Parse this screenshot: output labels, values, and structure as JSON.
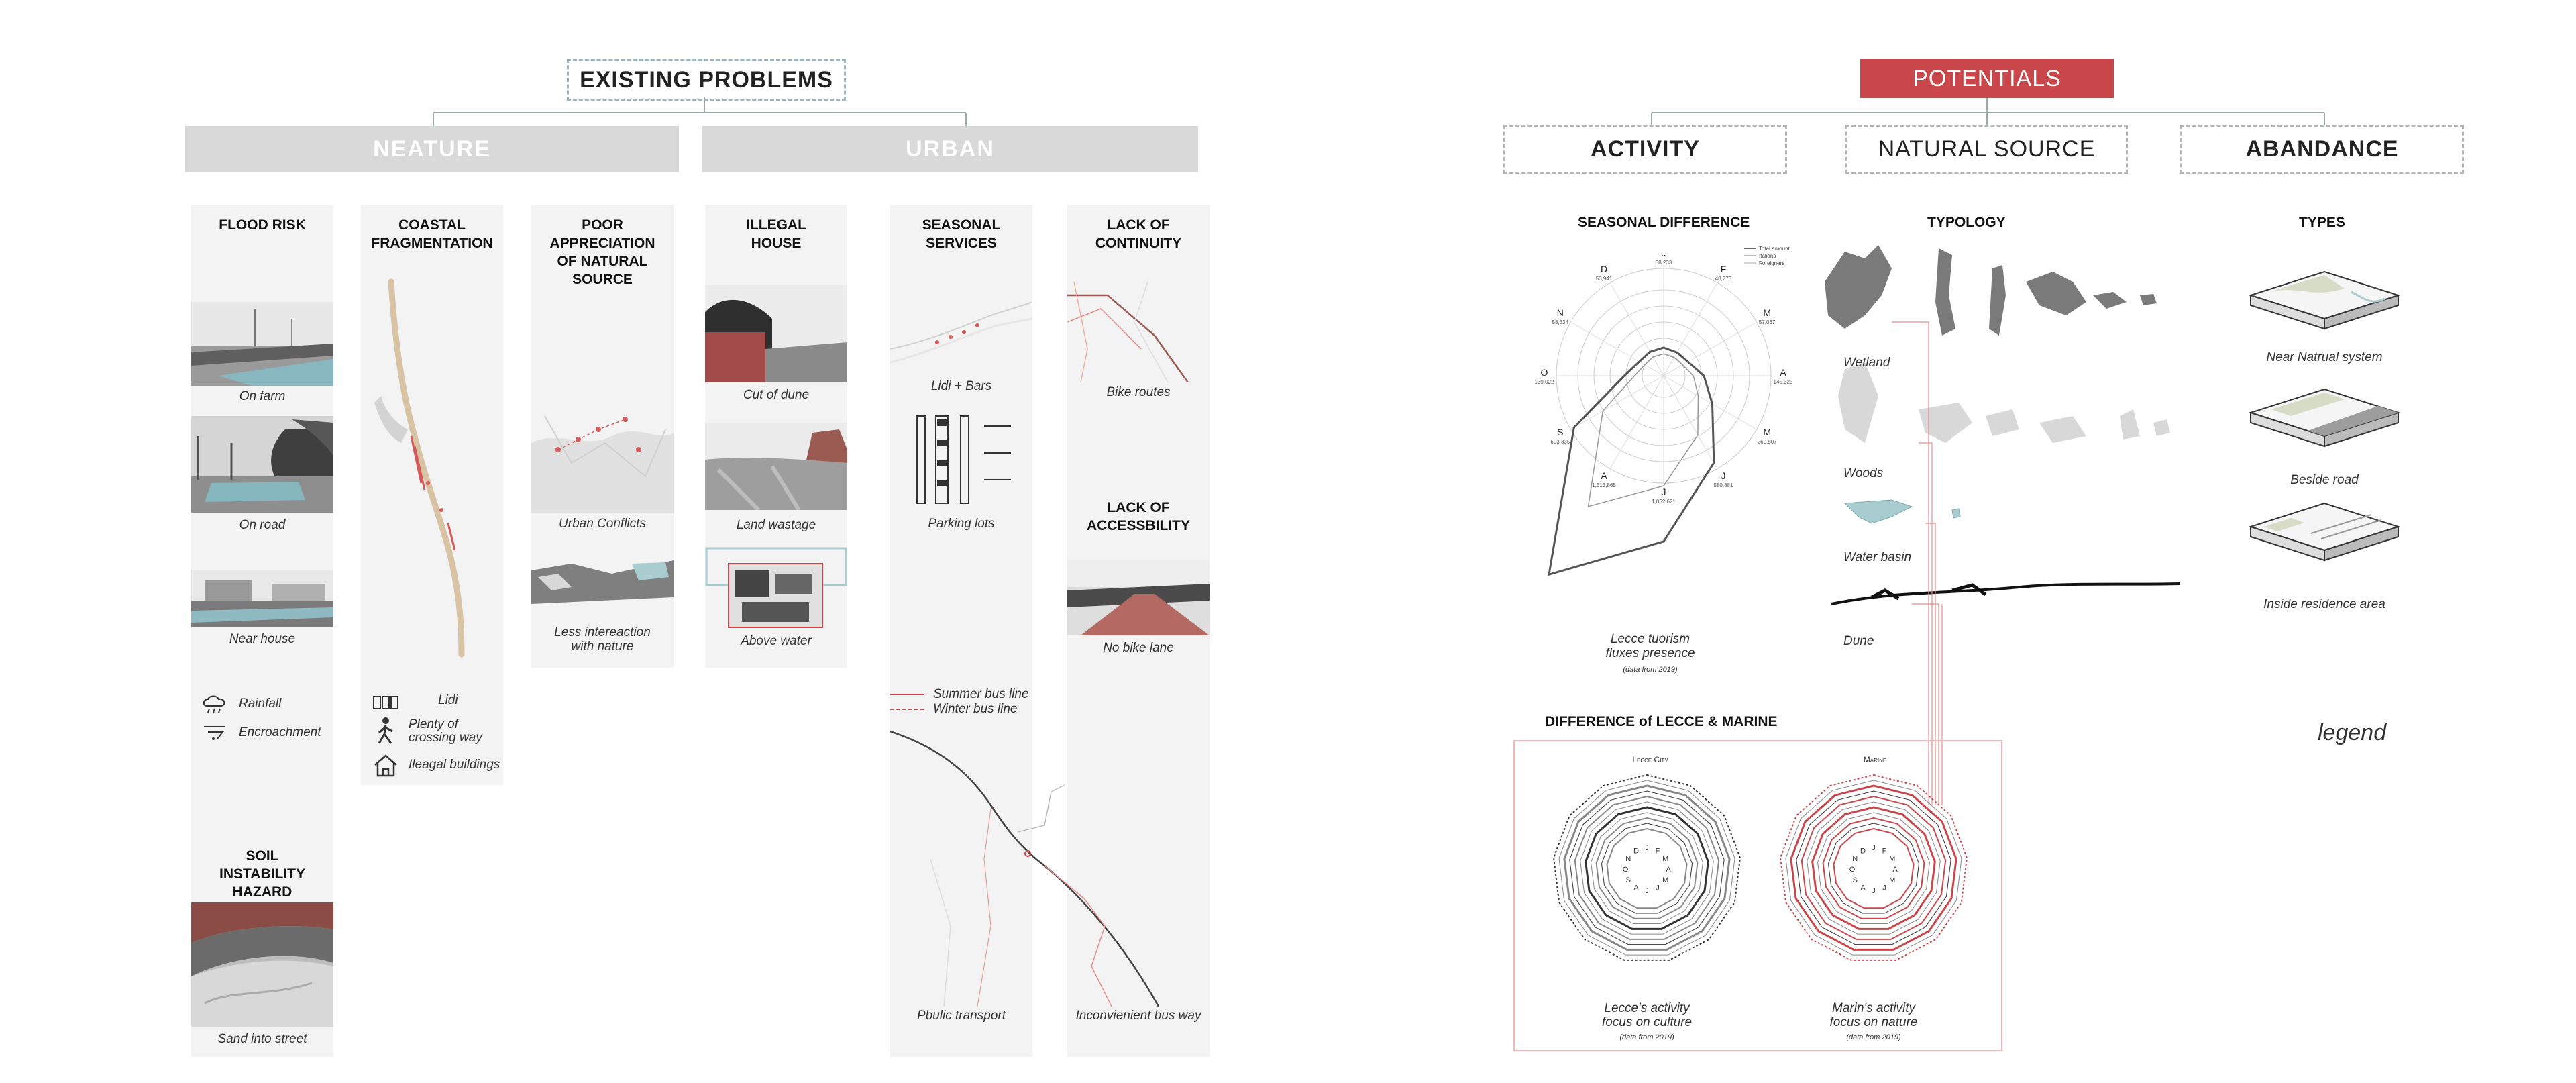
{
  "left": {
    "title": "EXISTING PROBLEMS",
    "groups": {
      "nature": "NEATURE",
      "urban": "URBAN"
    },
    "columns": {
      "flood": {
        "title": "FLOOD RISK",
        "caps": [
          "On farm",
          "On road",
          "Near house"
        ],
        "legend": [
          "Rainfall",
          "Encroachment"
        ]
      },
      "soil": {
        "title": "SOIL\nINSTABILITY\nHAZARD",
        "cap": "Sand into street"
      },
      "coastal": {
        "title": "COASTAL\nFRAGMENTATION",
        "legend": [
          "Lidi",
          "Plenty of\ncrossing way",
          "Ileagal buildings"
        ]
      },
      "poor": {
        "title": "POOR\nAPPRECIATION\nOF NATURAL\nSOURCE",
        "caps": [
          "Urban Conflicts",
          "Less intereaction\nwith nature"
        ]
      },
      "illegal": {
        "title": "ILLEGAL\nHOUSE",
        "caps": [
          "Cut of dune",
          "Land wastage",
          "Above water"
        ]
      },
      "seasonal": {
        "title": "SEASONAL\nSERVICES",
        "caps": [
          "Lidi + Bars",
          "Parking lots",
          "Pbulic transport"
        ],
        "legend": [
          "Summer bus line",
          "Winter bus line"
        ]
      },
      "lack_cont": {
        "title": "LACK OF\nCONTINUITY",
        "cap": "Bike routes"
      },
      "lack_acc": {
        "title": "LACK OF\nACCESSBILITY",
        "caps": [
          "No bike lane",
          "Inconvienient bus way"
        ]
      }
    }
  },
  "right": {
    "title": "POTENTIALS",
    "groups": {
      "activity": "ACTIVITY",
      "natural": "NATURAL SOURCE",
      "abandance": "ABANDANCE"
    },
    "seasonal": {
      "title": "SEASONAL DIFFERENCE",
      "legend": [
        "Total amount",
        "Italians",
        "Foreigners"
      ],
      "months": [
        "J",
        "F",
        "M",
        "A",
        "M",
        "J",
        "J",
        "A",
        "S",
        "O",
        "N",
        "D"
      ],
      "values": [
        "58,233",
        "48,778",
        "57,067",
        "145,323",
        "260,807",
        "580,881",
        "1,052,621",
        "1,513,865",
        "603,335",
        "139,022",
        "58,334",
        "53,941"
      ],
      "caption": "Lecce tuorism\nfluxes presence",
      "source": "(data from 2019)"
    },
    "typology": {
      "title": "TYPOLOGY",
      "items": [
        "Wetland",
        "Woods",
        "Water basin",
        "Dune"
      ]
    },
    "types": {
      "title": "TYPES",
      "items": [
        "Near Natrual system",
        "Beside road",
        "Inside residence area"
      ]
    },
    "legend_word": "legend",
    "difference": {
      "title": "DIFFERENCE of LECCE & MARINE",
      "lecce_label": "Lecce City",
      "marine_label": "Marine",
      "lecce_caption": "Lecce's activity\nfocus on culture",
      "marine_caption": "Marin's activity\nfocus on nature",
      "source": "(data from 2019)",
      "months": [
        "J",
        "F",
        "M",
        "A",
        "M",
        "J",
        "J",
        "A",
        "S",
        "O",
        "N",
        "D"
      ]
    }
  },
  "colors": {
    "accent_red": "#c9474a",
    "grey_band": "#d9d9d9",
    "column_bg": "#f3f3f3",
    "water": "#a9ccd0"
  }
}
